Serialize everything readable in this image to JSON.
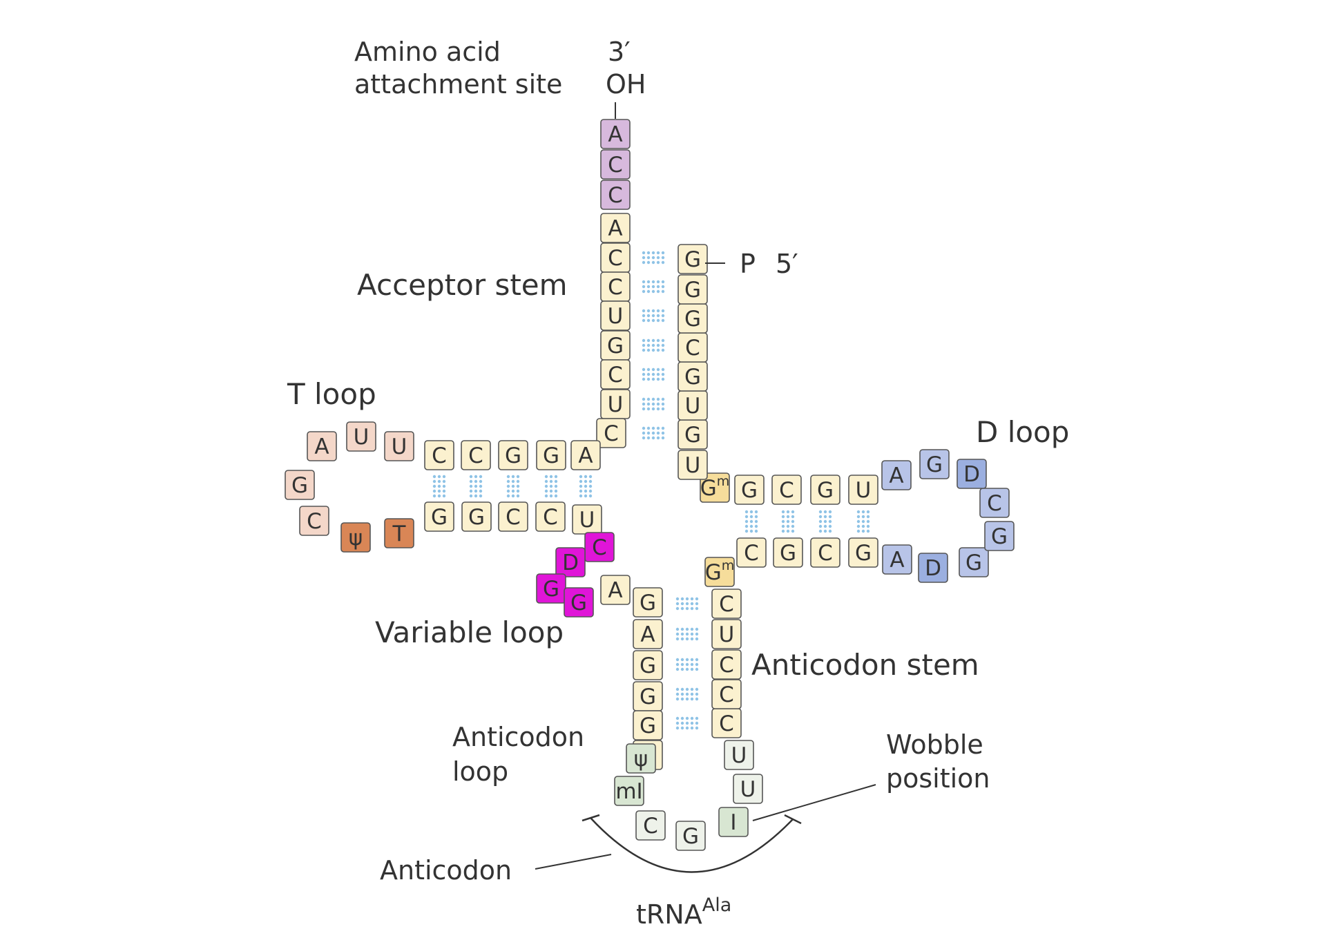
{
  "title": "tRNA",
  "title_superscript": "Ala",
  "ends": {
    "three_prime": "3′",
    "oh": "OH",
    "phosphate": "P",
    "five_prime": "5′"
  },
  "labels": {
    "amino_acid_line1": "Amino acid",
    "amino_acid_line2": "attachment site",
    "acceptor_stem": "Acceptor stem",
    "t_loop": "T loop",
    "d_loop": "D loop",
    "variable_loop": "Variable loop",
    "anticodon_stem": "Anticodon stem",
    "anticodon_loop_line1": "Anticodon",
    "anticodon_loop_line2": "loop",
    "wobble_line1": "Wobble",
    "wobble_line2": "position",
    "anticodon": "Anticodon"
  },
  "colors": {
    "stem": "#fbf1cf",
    "cca_tail": "#d7b9dd",
    "t_loop": "#f4d7c9",
    "t_loop_dark": "#d98656",
    "d_loop": "#b8c4e8",
    "d_loop_dark": "#9bafe0",
    "variable_loop": "#e015d8",
    "anticodon_loop": "#d8e6d2",
    "anticodon_loop_light": "#eef2ea",
    "modified_gm": "#f6dd9b",
    "base_pair_dots": "#8fc3e6",
    "outline": "#555555"
  },
  "nucleotides": {
    "cca_tail": [
      "A",
      "C",
      "C"
    ],
    "acceptor_3prime": [
      "A",
      "C",
      "C",
      "U",
      "G",
      "C",
      "U",
      "C"
    ],
    "t_stem_top": [
      "A",
      "G",
      "G",
      "C",
      "C"
    ],
    "t_loop": [
      "U",
      "U",
      "A",
      "G",
      "C",
      "ψ",
      "T"
    ],
    "t_stem_bottom": [
      "G",
      "G",
      "C",
      "C",
      "U"
    ],
    "variable_loop": [
      "C",
      "D",
      "G",
      "G"
    ],
    "anticodon_stem_5prime": [
      "A",
      "G",
      "A",
      "G",
      "G",
      "G",
      "G"
    ],
    "anticodon_loop": [
      "ψ",
      "mI",
      "C",
      "G",
      "I",
      "U",
      "U"
    ],
    "anticodon_stem_3prime": [
      "C",
      "C",
      "C",
      "U",
      "C",
      "Gm"
    ],
    "d_stem_bottom": [
      "C",
      "G",
      "C",
      "G"
    ],
    "d_loop": [
      "A",
      "D",
      "G",
      "G",
      "C",
      "D",
      "G",
      "A"
    ],
    "d_stem_top": [
      "U",
      "G",
      "C",
      "G"
    ],
    "acceptor_5prime": [
      "Gm",
      "U",
      "G",
      "U",
      "G",
      "C",
      "G",
      "G",
      "G"
    ]
  }
}
